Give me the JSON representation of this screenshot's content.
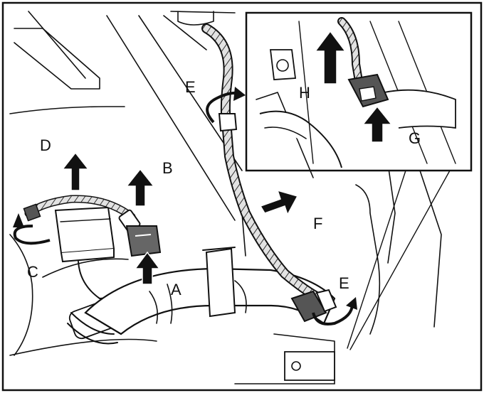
{
  "figure": {
    "colors": {
      "line": "#111111",
      "background": "#ffffff",
      "arrow": "#111111",
      "connector": "#555555",
      "harness": "#d8d8d8"
    },
    "labels": {
      "A": "A",
      "B": "B",
      "C": "C",
      "D": "D",
      "E_top": "E",
      "E_bottom": "E",
      "F": "F",
      "G": "G",
      "H": "H"
    },
    "icons": [
      "pull-up-arrow",
      "push-right-arrow",
      "rotate-arrow"
    ]
  }
}
